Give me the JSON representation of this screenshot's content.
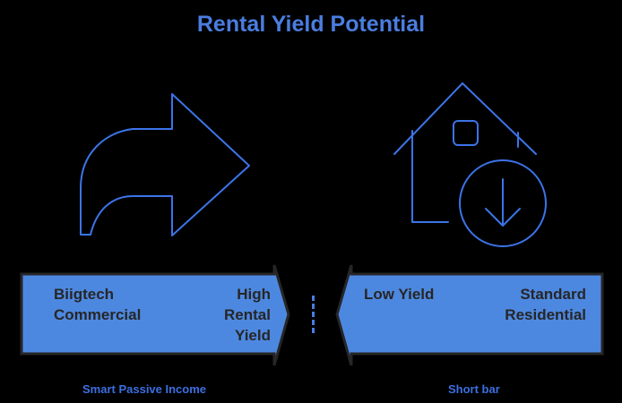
{
  "page": {
    "title": "Rental Yield Potential",
    "background_color": "#000000",
    "accent_color": "#4a7de0",
    "band_fill_color": "#4d88e0",
    "band_stroke_color": "#262626",
    "band_text_color": "#262626"
  },
  "icons": {
    "left": {
      "name": "curved-forward-arrow-icon",
      "stroke_color": "#3c74e8"
    },
    "right": {
      "name": "house-with-down-arrow-icon",
      "stroke_color": "#3c74e8"
    }
  },
  "bands": {
    "left": {
      "direction": "right",
      "primary_label": "Biigtech\nCommercial",
      "secondary_label": "High\nRental\nYield"
    },
    "right": {
      "direction": "left",
      "primary_label": "Low Yield",
      "secondary_label": "Standard\nResidential"
    }
  },
  "divider": {
    "style": "dashed",
    "color": "#4a7de0"
  },
  "captions": {
    "left": "Smart Passive Income",
    "right": "Short bar"
  }
}
